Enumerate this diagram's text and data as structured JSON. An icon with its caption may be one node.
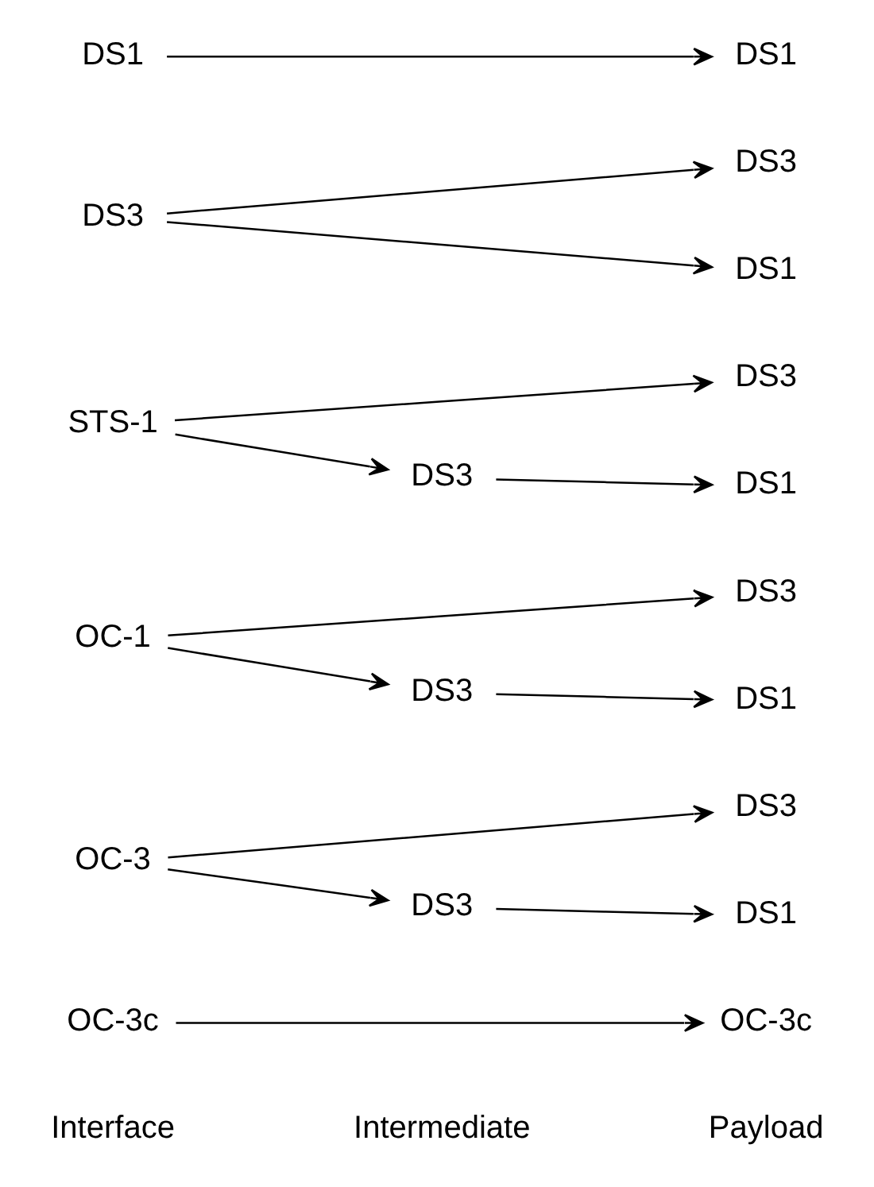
{
  "diagram": {
    "nodes": [
      {
        "text": [
          "OC-3c"
        ]
      },
      {
        "text": [
          "OC-3c"
        ]
      },
      {
        "text": [
          "OC-3"
        ]
      },
      {
        "text": [
          "DS3"
        ]
      },
      {
        "text": [
          "DS3"
        ]
      },
      {
        "text": [
          "DS1"
        ]
      },
      {
        "text": [
          "OC-1"
        ]
      },
      {
        "text": [
          "DS3"
        ]
      },
      {
        "text": [
          "DS3"
        ]
      },
      {
        "text": [
          "DS1"
        ]
      },
      {
        "text": [
          "STS-1"
        ]
      },
      {
        "text": [
          "DS3"
        ]
      },
      {
        "text": [
          "DS3"
        ]
      },
      {
        "text": [
          "DS1"
        ]
      },
      {
        "text": [
          "DS3"
        ]
      },
      {
        "text": [
          "DS3"
        ]
      },
      {
        "text": [
          "DS1"
        ]
      },
      {
        "text": [
          "DS1"
        ]
      },
      {
        "text": [
          "DS1"
        ]
      }
    ],
    "edges": [
      {
        "from": 0,
        "to": 1,
        "arrow": "to"
      },
      {
        "from": 2,
        "to": 3,
        "arrow": "to"
      },
      {
        "from": 2,
        "to": 4,
        "arrow": "to"
      },
      {
        "from": 4,
        "to": 5,
        "arrow": "to"
      },
      {
        "from": 6,
        "to": 7,
        "arrow": "to"
      },
      {
        "from": 6,
        "to": 8,
        "arrow": "to"
      },
      {
        "from": 8,
        "to": 9,
        "arrow": "to"
      },
      {
        "from": 10,
        "to": 11,
        "arrow": "to"
      },
      {
        "from": 10,
        "to": 12,
        "arrow": "to"
      },
      {
        "from": 12,
        "to": 13,
        "arrow": "to"
      },
      {
        "from": 14,
        "to": 15,
        "arrow": "to"
      },
      {
        "from": 14,
        "to": 16,
        "arrow": "to"
      },
      {
        "from": 17,
        "to": 18,
        "arrow": "to"
      }
    ],
    "labels": [
      "Interface",
      "Intermediate",
      "Payload"
    ]
  }
}
